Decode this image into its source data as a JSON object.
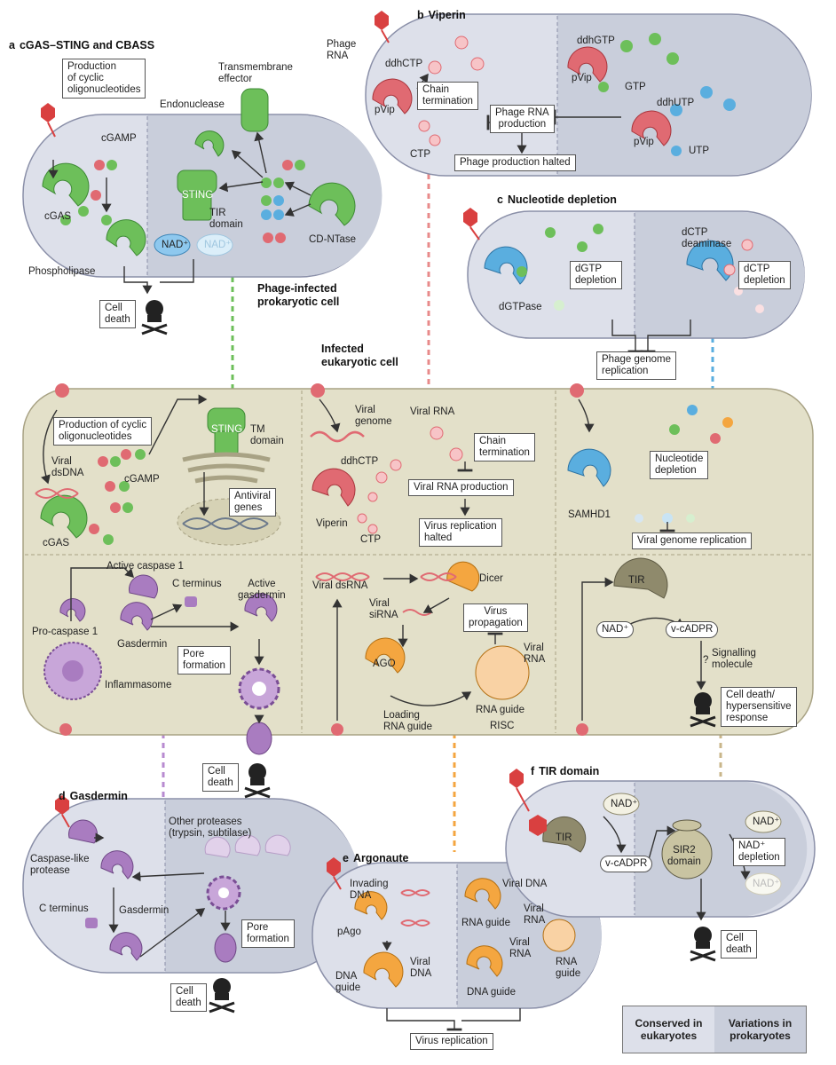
{
  "panels": {
    "a": {
      "letter": "a",
      "title": "cGAS–STING and CBASS"
    },
    "b": {
      "letter": "b",
      "title": "Viperin"
    },
    "c": {
      "letter": "c",
      "title": "Nucleotide depletion"
    },
    "d": {
      "letter": "d",
      "title": "Gasdermin"
    },
    "e": {
      "letter": "e",
      "title": "Argonaute"
    },
    "f": {
      "letter": "f",
      "title": "TIR domain"
    }
  },
  "cell_labels": {
    "prokaryotic": [
      "Phage-infected",
      "prokaryotic cell"
    ],
    "eukaryotic": [
      "Infected",
      "eukaryotic cell"
    ]
  },
  "a": {
    "callout": [
      "Production",
      "of cyclic",
      "oligonucleotides"
    ],
    "cgamp": "cGAMP",
    "cgas": "cGAS",
    "phospholipase": "Phospholipase",
    "cell_death": [
      "Cell",
      "death"
    ],
    "endonuclease": "Endonuclease",
    "transmembrane": [
      "Transmembrane",
      "effector"
    ],
    "sting": "STING",
    "tir": [
      "TIR",
      "domain"
    ],
    "nad": "NAD⁺",
    "cdntase": "CD-NTase"
  },
  "b": {
    "phage_rna": [
      "Phage",
      "RNA"
    ],
    "ddhctp": "ddhCTP",
    "pvip": "pVip",
    "ctp": "CTP",
    "chain_termination": [
      "Chain",
      "termination"
    ],
    "phage_rna_production": [
      "Phage RNA",
      "production"
    ],
    "phage_production_halted": "Phage production halted",
    "ddhgtp": "ddhGTP",
    "gtp": "GTP",
    "ddhutp": "ddhUTP",
    "utp": "UTP"
  },
  "c": {
    "dgtpase": "dGTPase",
    "dgtp_depletion": [
      "dGTP",
      "depletion"
    ],
    "dctp_deaminase": [
      "dCTP",
      "deaminase"
    ],
    "dctp_depletion": [
      "dCTP",
      "depletion"
    ],
    "phage_genome_replication": [
      "Phage genome",
      "replication"
    ]
  },
  "euk": {
    "production_cyclic": [
      "Production of cyclic",
      "oligonucleotides"
    ],
    "viral_dsdna": [
      "Viral",
      "dsDNA"
    ],
    "cgamp": "cGAMP",
    "cgas": "cGAS",
    "sting": "STING",
    "tm_domain": [
      "TM",
      "domain"
    ],
    "antiviral_genes": [
      "Antiviral",
      "genes"
    ],
    "viral_genome": [
      "Viral",
      "genome"
    ],
    "viral_rna": "Viral RNA",
    "ddhctp": "ddhCTP",
    "viperin": "Viperin",
    "ctp": "CTP",
    "chain_termination": [
      "Chain",
      "termination"
    ],
    "viral_rna_production": "Viral RNA production",
    "virus_replication_halted": [
      "Virus replication",
      "halted"
    ],
    "samhd1": "SAMHD1",
    "nucleotide_depletion": [
      "Nucleotide",
      "depletion"
    ],
    "viral_genome_replication": "Viral genome replication",
    "active_caspase": "Active caspase 1",
    "c_terminus": "C terminus",
    "active_gasdermin": [
      "Active",
      "gasdermin"
    ],
    "pro_caspase": "Pro-caspase 1",
    "gasdermin": "Gasdermin",
    "pore_formation": [
      "Pore",
      "formation"
    ],
    "inflammasome": "Inflammasome",
    "cell_death": [
      "Cell",
      "death"
    ],
    "viral_dsrna": "Viral dsRNA",
    "dicer": "Dicer",
    "viral_sirna": [
      "Viral",
      "siRNA"
    ],
    "virus_propagation": [
      "Virus",
      "propagation"
    ],
    "ago": "AGO",
    "viral_rna2": [
      "Viral",
      "RNA"
    ],
    "loading_rna_guide": [
      "Loading",
      "RNA guide"
    ],
    "rna_guide": "RNA guide",
    "risc": "RISC",
    "tir": "TIR",
    "nad": "NAD⁺",
    "vcadpr": "v-cADPR",
    "signalling": [
      "Signalling",
      "molecule"
    ],
    "question": "?",
    "cell_death_hyper": [
      "Cell death/",
      "hypersensitive",
      "response"
    ]
  },
  "d": {
    "other_proteases": [
      "Other proteases",
      "(trypsin, subtilase)"
    ],
    "caspase_like": [
      "Caspase-like",
      "protease"
    ],
    "c_terminus": "C terminus",
    "gasdermin": "Gasdermin",
    "pore_formation": [
      "Pore",
      "formation"
    ],
    "cell_death": [
      "Cell",
      "death"
    ]
  },
  "e": {
    "invading_dna": [
      "Invading",
      "DNA"
    ],
    "pago": "pAgo",
    "dna_guide": [
      "DNA",
      "guide"
    ],
    "viral_dna": [
      "Viral",
      "DNA"
    ],
    "viral_dna_top": "Viral DNA",
    "rna_guide": "RNA guide",
    "viral_rna": [
      "Viral",
      "RNA"
    ],
    "viral_rna2": [
      "Viral",
      "RNA"
    ],
    "rna_guide2": [
      "RNA",
      "guide"
    ],
    "dna_guide2": "DNA guide",
    "virus_replication": "Virus replication"
  },
  "f": {
    "tir": "TIR",
    "nad": "NAD⁺",
    "vcadpr": "v-cADPR",
    "sir2": [
      "SIR2",
      "domain"
    ],
    "nad_depletion": [
      "NAD⁺",
      "depletion"
    ],
    "cell_death": [
      "Cell",
      "death"
    ]
  },
  "legend": {
    "left": [
      "Conserved in",
      "eukaryotes"
    ],
    "right": [
      "Variations in",
      "prokaryotes"
    ]
  },
  "colors": {
    "cell_fill": "#dde0ea",
    "cell_dark": "#c9cedb",
    "euk_fill": "#e3e0c9",
    "green": "#6dbf5a",
    "red": "#e06a72",
    "blue": "#5aaedf",
    "orange": "#f4a640",
    "purple": "#a97cc0",
    "olive": "#8f8a6c"
  }
}
